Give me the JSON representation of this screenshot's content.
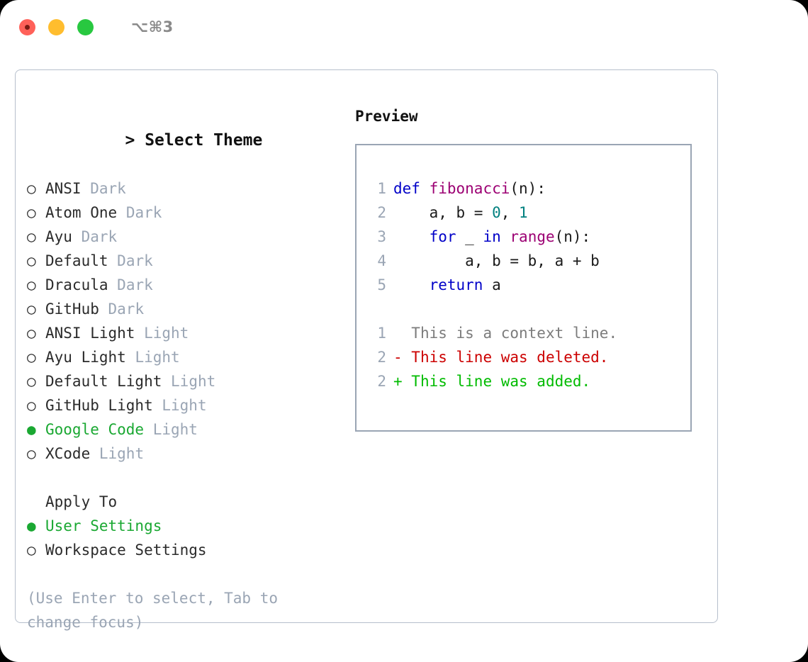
{
  "titlebar": {
    "buttons": [
      "close",
      "minimize",
      "maximize"
    ],
    "shortcut": "⌥⌘3"
  },
  "left": {
    "prompt_marker": ">",
    "prompt_title": "Select Theme",
    "themes": [
      {
        "marker": "○",
        "name": "ANSI",
        "category": "Dark",
        "selected": false
      },
      {
        "marker": "○",
        "name": "Atom One",
        "category": "Dark",
        "selected": false
      },
      {
        "marker": "○",
        "name": "Ayu",
        "category": "Dark",
        "selected": false
      },
      {
        "marker": "○",
        "name": "Default",
        "category": "Dark",
        "selected": false
      },
      {
        "marker": "○",
        "name": "Dracula",
        "category": "Dark",
        "selected": false
      },
      {
        "marker": "○",
        "name": "GitHub",
        "category": "Dark",
        "selected": false
      },
      {
        "marker": "○",
        "name": "ANSI Light",
        "category": "Light",
        "selected": false
      },
      {
        "marker": "○",
        "name": "Ayu Light",
        "category": "Light",
        "selected": false
      },
      {
        "marker": "○",
        "name": "Default Light",
        "category": "Light",
        "selected": false
      },
      {
        "marker": "○",
        "name": "GitHub Light",
        "category": "Light",
        "selected": false
      },
      {
        "marker": "●",
        "name": "Google Code",
        "category": "Light",
        "selected": true
      },
      {
        "marker": "○",
        "name": "XCode",
        "category": "Light",
        "selected": false
      }
    ],
    "apply_to_title": "Apply To",
    "apply_to": [
      {
        "marker": "●",
        "name": "User Settings",
        "selected": true
      },
      {
        "marker": "○",
        "name": "Workspace Settings",
        "selected": false
      }
    ],
    "hint": "(Use Enter to select, Tab to change focus)"
  },
  "right": {
    "preview_title": "Preview",
    "code_lines": [
      {
        "no": "1",
        "tokens": [
          {
            "t": "def",
            "c": "kw"
          },
          {
            "t": " ",
            "c": "pln"
          },
          {
            "t": "fibonacci",
            "c": "fn"
          },
          {
            "t": "(n):",
            "c": "pln"
          }
        ]
      },
      {
        "no": "2",
        "tokens": [
          {
            "t": "    a, b = ",
            "c": "pln"
          },
          {
            "t": "0",
            "c": "num"
          },
          {
            "t": ", ",
            "c": "pln"
          },
          {
            "t": "1",
            "c": "num"
          }
        ]
      },
      {
        "no": "3",
        "tokens": [
          {
            "t": "    ",
            "c": "pln"
          },
          {
            "t": "for",
            "c": "kw"
          },
          {
            "t": " _ ",
            "c": "pln"
          },
          {
            "t": "in",
            "c": "kw"
          },
          {
            "t": " ",
            "c": "pln"
          },
          {
            "t": "range",
            "c": "fn"
          },
          {
            "t": "(n):",
            "c": "pln"
          }
        ]
      },
      {
        "no": "4",
        "tokens": [
          {
            "t": "        a, b = b, a + b",
            "c": "pln"
          }
        ]
      },
      {
        "no": "5",
        "tokens": [
          {
            "t": "    ",
            "c": "pln"
          },
          {
            "t": "return",
            "c": "kw"
          },
          {
            "t": " a",
            "c": "pln"
          }
        ]
      }
    ],
    "diff_lines": [
      {
        "no": "1",
        "sign": " ",
        "text": " This is a context line.",
        "kind": "diff-ctx"
      },
      {
        "no": "2",
        "sign": "-",
        "text": " This line was deleted.",
        "kind": "diff-del"
      },
      {
        "no": "2",
        "sign": "+",
        "text": " This line was added.",
        "kind": "diff-add"
      }
    ]
  },
  "colors": {
    "accent_green": "#1aa832",
    "muted": "#9aa5b4",
    "keyword": "#0000c8",
    "function": "#9c0073",
    "number": "#00807f",
    "diff_deleted": "#cc0000",
    "diff_added": "#00bb00",
    "border": "#b6bfcc"
  }
}
